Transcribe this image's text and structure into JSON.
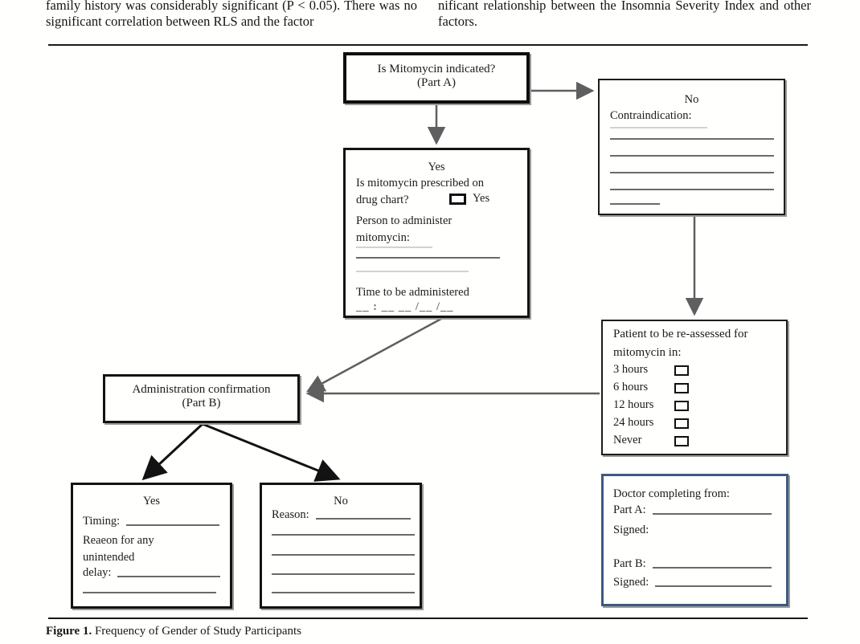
{
  "paper": {
    "left_column_text": "family history was considerably significant (P < 0.05). There was no significant correlation between RLS and the factor",
    "right_column_text": "nificant relationship between the Insomnia Severity Index and other factors.",
    "caption_label": "Figure 1.",
    "caption_text": " Frequency of Gender of Study Participants"
  },
  "colors": {
    "doctor_box_border": "#3d5a80",
    "arrow_gray": "#5f5f5f",
    "arrow_black": "#121212",
    "blank_line_gray": "#6a6a6a"
  },
  "flowchart": {
    "indicated_box": {
      "line1": "Is Mitomycin indicated?",
      "line2": "(Part A)"
    },
    "contraindication_box": {
      "answer": "No",
      "label": "Contraindication:"
    },
    "prescribed_box": {
      "answer": "Yes",
      "question_line1": "Is mitomycin prescribed on",
      "question_line2": "drug chart?",
      "checkbox_label": "Yes",
      "person_line1": "Person to administer",
      "person_line2": "mitomycin:",
      "time_label": "Time to be administered",
      "time_blanks": "__ : __    __ /__ /__"
    },
    "reassess_box": {
      "title_line1": "Patient to be re-assessed for",
      "title_line2": "mitomycin in:",
      "options": [
        {
          "label": "3 hours"
        },
        {
          "label": "6 hours"
        },
        {
          "label": "12 hours"
        },
        {
          "label": "24 hours"
        },
        {
          "label": "Never"
        }
      ]
    },
    "admin_box": {
      "line1": "Administration confirmation",
      "line2": "(Part B)"
    },
    "confirm_yes_box": {
      "answer": "Yes",
      "timing_label": "Timing:",
      "reason_line1": "Reaeon for any",
      "reason_line2": "unintended",
      "reason_line3": "delay:"
    },
    "confirm_no_box": {
      "answer": "No",
      "reason_label": "Reason:"
    },
    "doctor_box": {
      "title": "Doctor completing from:",
      "part_a_label": "Part A:",
      "signed_a_label": "Signed:",
      "part_b_label": "Part B:",
      "signed_b_label": "Signed:"
    }
  }
}
